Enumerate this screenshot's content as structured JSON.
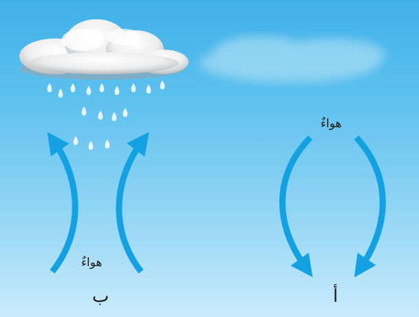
{
  "labels": {
    "air_left": "هواءٌ",
    "air_right": "هواءٌ",
    "letter_left": "ب",
    "letter_right": "أ"
  },
  "colors": {
    "sky_top": "#3fb1e8",
    "sky_bottom": "#c9ebfb",
    "arrow": "#13a1e2",
    "raindrop": "#ffffff",
    "cloud": "#f4f4f4"
  },
  "panels": {
    "left": {
      "air_direction": "up",
      "weather": "rain-cloud"
    },
    "right": {
      "air_direction": "down",
      "weather": "clear"
    }
  }
}
